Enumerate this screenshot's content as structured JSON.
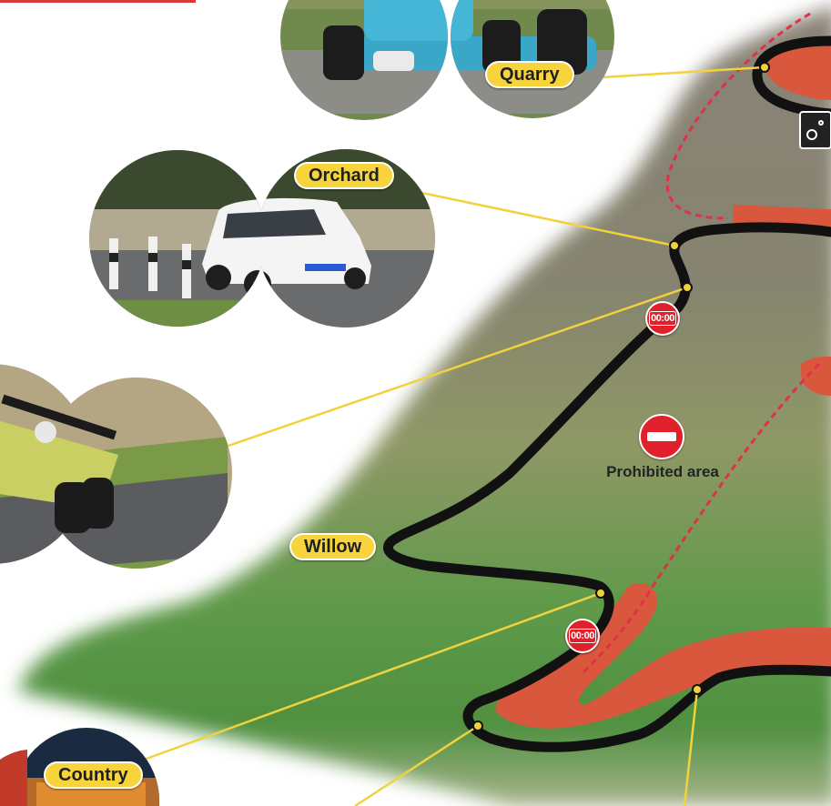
{
  "map": {
    "corners": [
      {
        "id": "quarry",
        "label": "Quarry"
      },
      {
        "id": "orchard",
        "label": "Orchard"
      },
      {
        "id": "willow",
        "label": "Willow"
      },
      {
        "id": "country",
        "label": "Country"
      }
    ],
    "timing_points": [
      {
        "id": "upper",
        "label": "00:00"
      },
      {
        "id": "lower",
        "label": "00:00"
      }
    ],
    "prohibited_area": {
      "label": "Prohibited area",
      "icon": "no-entry-icon"
    },
    "icons": [
      "no-entry-icon",
      "camera-icon"
    ],
    "colors": {
      "track": "#111111",
      "runoff": "#d9573c",
      "boundary_dashed": "#e0304a",
      "label_fill": "#f7d43c",
      "leader_line": "#f2d23c",
      "timing_red": "#e0202a"
    },
    "photos": [
      {
        "id": "photo-single-seater-blue",
        "subject": "blue single-seater race car"
      },
      {
        "id": "photo-hatchback-white",
        "subject": "white hatchback at bollards"
      },
      {
        "id": "photo-single-seater-yellow",
        "subject": "yellow single-seater race car"
      },
      {
        "id": "photo-country",
        "subject": "country corner photo"
      }
    ]
  }
}
